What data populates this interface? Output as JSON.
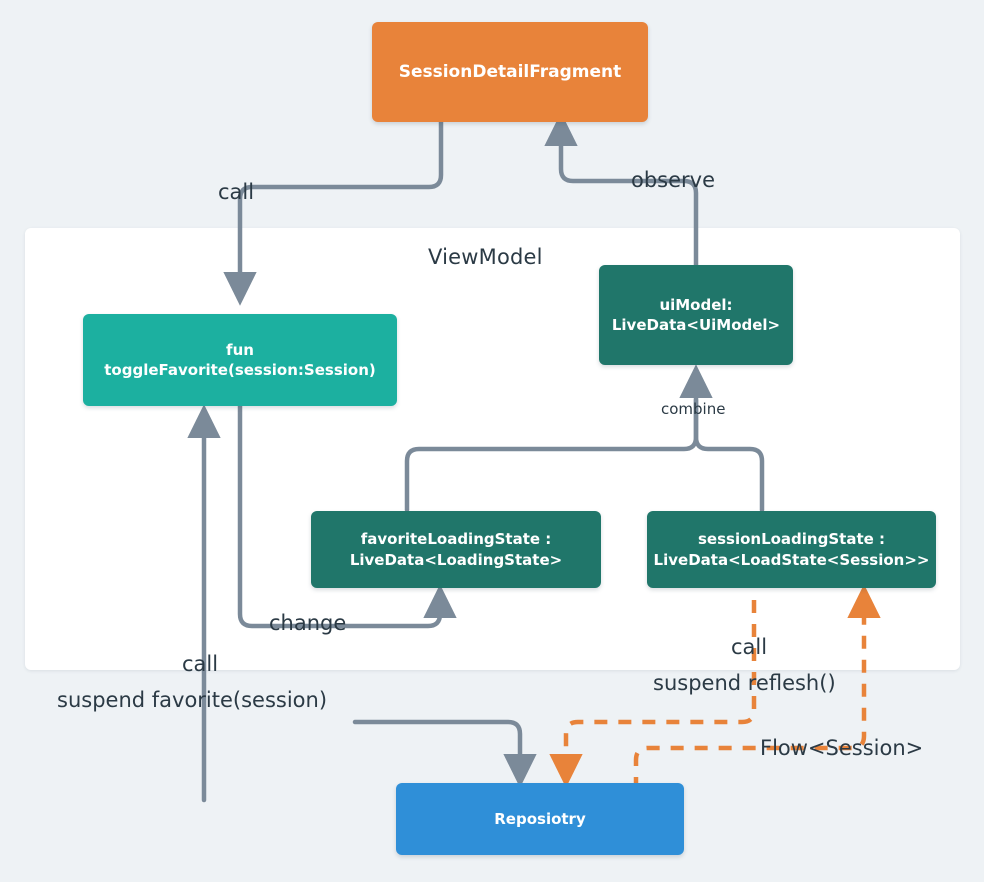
{
  "diagram": {
    "title_hidden": "Android ViewModel architecture flow",
    "background_color": "#eef2f5",
    "panel": {
      "label": "ViewModel",
      "background_color": "#ffffff"
    },
    "colors": {
      "fragment": "#e8833a",
      "viewmodel_function": "#1cb0a0",
      "livedata": "#20766a",
      "repository": "#2f8fd8",
      "arrow": "#7b8a99",
      "arrow_async": "#e8833a",
      "text": "#2b3a45"
    },
    "nodes": [
      {
        "id": "fragment",
        "label": "SessionDetailFragment",
        "lines": [
          "SessionDetailFragment"
        ],
        "color": "#e8833a"
      },
      {
        "id": "toggle-favorite",
        "label": "fun toggleFavorite(session:Session)",
        "lines": [
          "fun toggleFavorite(session:Session)"
        ],
        "color": "#1cb0a0"
      },
      {
        "id": "ui-model",
        "label": "uiModel: LiveData<UiModel>",
        "lines": [
          "uiModel:",
          "LiveData<UiModel>"
        ],
        "color": "#20766a"
      },
      {
        "id": "favorite-loading-state",
        "label": "favoriteLoadingState : LiveData<LoadingState>",
        "lines": [
          "favoriteLoadingState :",
          "LiveData<LoadingState>"
        ],
        "color": "#20766a"
      },
      {
        "id": "session-loading-state",
        "label": "sessionLoadingState : LiveData<LoadState<Session>>",
        "lines": [
          "sessionLoadingState :",
          "LiveData<LoadState<Session>>"
        ],
        "color": "#20766a"
      },
      {
        "id": "repository",
        "label": "Reposiotry",
        "lines": [
          "Reposiotry"
        ],
        "color": "#2f8fd8"
      }
    ],
    "edge_labels": [
      {
        "id": "call-fragment-to-toggle",
        "text": "call"
      },
      {
        "id": "observe-uimodel-to-fragment",
        "text": "observe"
      },
      {
        "id": "combine-states-to-uimodel",
        "text": "combine"
      },
      {
        "id": "change-toggle-to-favorite-state",
        "text": "change"
      },
      {
        "id": "call-toggle-to-repository",
        "text": "call"
      },
      {
        "id": "suspend-favorite",
        "text": "suspend favorite(session)"
      },
      {
        "id": "call-session-state-to-repository",
        "text": "call"
      },
      {
        "id": "suspend-reflesh",
        "text": "suspend reflesh()"
      },
      {
        "id": "flow-session",
        "text": "Flow<Session>"
      }
    ]
  }
}
